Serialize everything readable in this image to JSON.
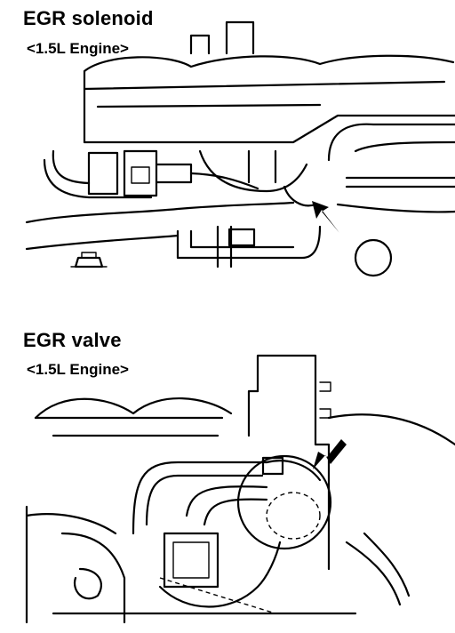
{
  "figure1": {
    "title": "EGR solenoid",
    "subtitle": "<1.5L Engine>"
  },
  "figure2": {
    "title": "EGR valve",
    "subtitle": "<1.5L Engine>"
  },
  "icons": {
    "arrow1": "pointer-arrow-icon",
    "arrow2": "pointer-arrow-icon"
  }
}
